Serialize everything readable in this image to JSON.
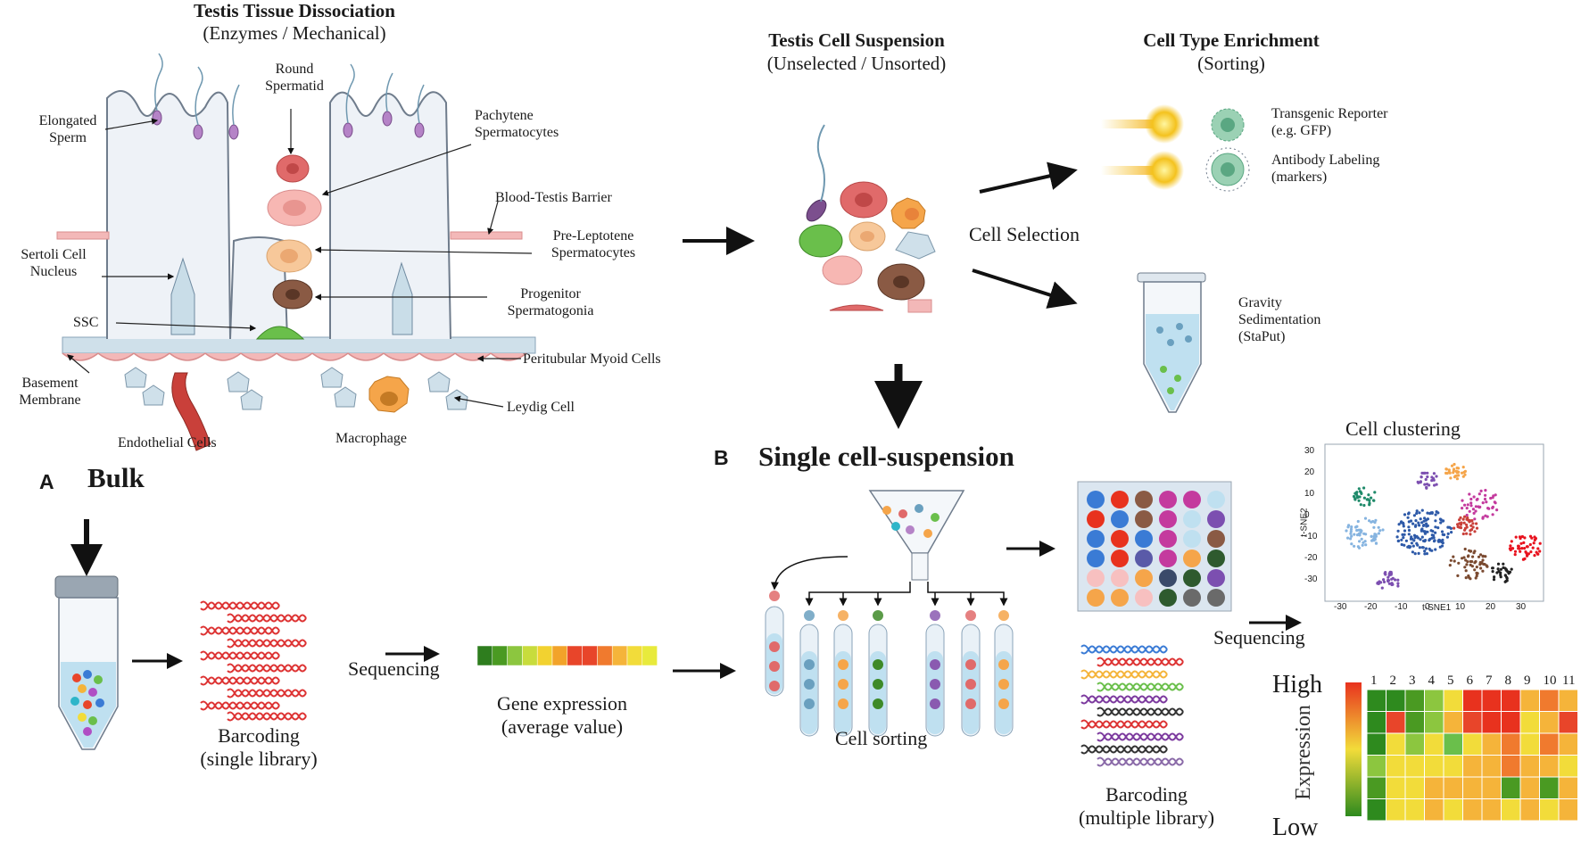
{
  "section_top": {
    "dissociation_title": "Testis Tissue Dissociation",
    "dissociation_sub": "(Enzymes / Mechanical)",
    "suspension_title": "Testis Cell Suspension",
    "suspension_sub": "(Unselected / Unsorted)",
    "enrichment_title": "Cell Type Enrichment",
    "enrichment_sub": "(Sorting)",
    "cell_selection": "Cell Selection",
    "transgenic_1": "Transgenic Reporter",
    "transgenic_2": "(e.g. GFP)",
    "antibody_1": "Antibody Labeling",
    "antibody_2": "(markers)",
    "gravity_1": "Gravity",
    "gravity_2": "Sedimentation",
    "gravity_3": "(StaPut)"
  },
  "tissue_labels": {
    "elongated_1": "Elongated",
    "elongated_2": "Sperm",
    "round_1": "Round",
    "round_2": "Spermatid",
    "pachytene_1": "Pachytene",
    "pachytene_2": "Spermatocytes",
    "btb": "Blood-Testis Barrier",
    "preleptotene_1": "Pre-Leptotene",
    "preleptotene_2": "Spermatocytes",
    "sertoli_1": "Sertoli Cell",
    "sertoli_2": "Nucleus",
    "progenitor_1": "Progenitor",
    "progenitor_2": "Spermatogonia",
    "ssc": "SSC",
    "peritubular": "Peritubular Myoid Cells",
    "basement_1": "Basement",
    "basement_2": "Membrane",
    "leydig": "Leydig Cell",
    "endothelial": "Endothelial Cells",
    "macrophage": "Macrophage"
  },
  "panel_a": {
    "letter": "A",
    "title": "Bulk",
    "barcoding_1": "Barcoding",
    "barcoding_2": "(single library)",
    "sequencing": "Sequencing",
    "gene_1": "Gene expression",
    "gene_2": "(average value)",
    "bar_colors": [
      "#2e7d1e",
      "#4a9a22",
      "#8cc63f",
      "#c8dc3c",
      "#f2d230",
      "#f2a32a",
      "#e8452a",
      "#e8452a",
      "#f07a2e",
      "#f5b43a",
      "#f2dc3a",
      "#e8ea3c"
    ]
  },
  "panel_b": {
    "letter": "B",
    "title": "Single cell-suspension",
    "cell_sorting": "Cell sorting",
    "sequencing": "Sequencing",
    "barcoding_1": "Barcoding",
    "barcoding_2": "(multiple library)",
    "clustering_title": "Cell clustering",
    "tsne_x": "t-SNE1",
    "tsne_y": "t-SNE2",
    "x_ticks": [
      "-30",
      "-20",
      "-10",
      "0",
      "10",
      "20",
      "30"
    ],
    "y_ticks": [
      "30",
      "20",
      "10",
      "0",
      "-10",
      "-20",
      "-30"
    ],
    "heat_high": "High",
    "heat_low": "Low",
    "heat_axis": "Expression",
    "heat_cols": [
      "1",
      "2",
      "3",
      "4",
      "5",
      "6",
      "7",
      "8",
      "9",
      "10",
      "11"
    ]
  },
  "colors": {
    "arrow": "#111111",
    "tissue_line": "#6f7c8c",
    "membrane": "#d98e8e"
  }
}
